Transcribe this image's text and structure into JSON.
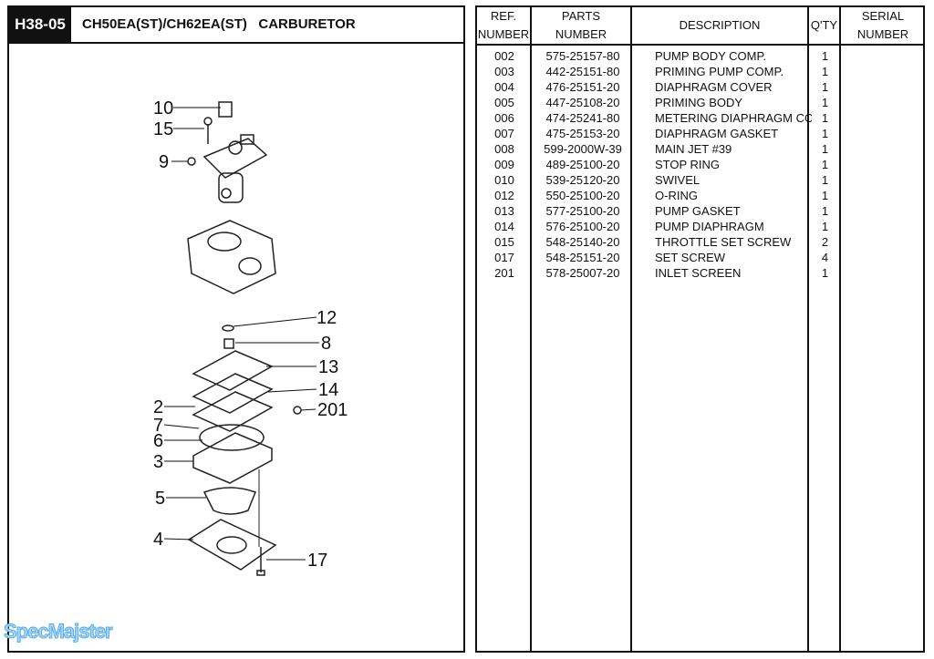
{
  "header": {
    "code": "H38-05",
    "title": "CH50EA(ST)/CH62EA(ST)   CARBURETOR"
  },
  "callouts": [
    "10",
    "15",
    "9",
    "12",
    "8",
    "13",
    "14",
    "201",
    "2",
    "7",
    "6",
    "3",
    "5",
    "4",
    "17"
  ],
  "table": {
    "headers": [
      "REF.\nNUMBER",
      "PARTS\nNUMBER",
      "DESCRIPTION",
      "Q'TY",
      "SERIAL\nNUMBER"
    ],
    "rows": [
      [
        "002",
        "575-25157-80",
        "PUMP BODY COMP.",
        "1"
      ],
      [
        "003",
        "442-25151-80",
        "PRIMING PUMP COMP.",
        "1"
      ],
      [
        "004",
        "476-25151-20",
        "DIAPHRAGM COVER",
        "1"
      ],
      [
        "005",
        "447-25108-20",
        "PRIMING BODY",
        "1"
      ],
      [
        "006",
        "474-25241-80",
        "METERING DIAPHRAGM COMP.",
        "1"
      ],
      [
        "007",
        "475-25153-20",
        "DIAPHRAGM GASKET",
        "1"
      ],
      [
        "008",
        "599-2000W-39",
        "MAIN JET #39",
        "1"
      ],
      [
        "009",
        "489-25100-20",
        "STOP RING",
        "1"
      ],
      [
        "010",
        "539-25120-20",
        "SWIVEL",
        "1"
      ],
      [
        "012",
        "550-25100-20",
        "O-RING",
        "1"
      ],
      [
        "013",
        "577-25100-20",
        "PUMP GASKET",
        "1"
      ],
      [
        "014",
        "576-25100-20",
        "PUMP DIAPHRAGM",
        "1"
      ],
      [
        "015",
        "548-25140-20",
        "THROTTLE SET SCREW",
        "2"
      ],
      [
        "017",
        "548-25151-20",
        "SET SCREW",
        "4"
      ],
      [
        "201",
        "578-25007-20",
        "INLET SCREEN",
        "1"
      ]
    ]
  },
  "watermark": "SpecMajster"
}
